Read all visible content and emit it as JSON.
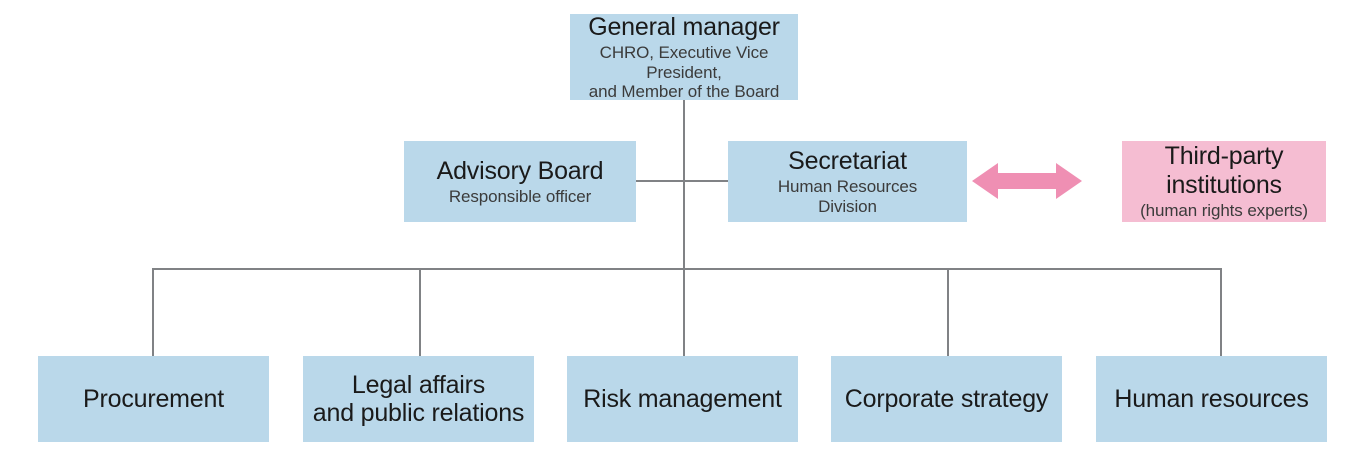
{
  "diagram": {
    "type": "org-chart",
    "palette": {
      "box_blue": "#bad8ea",
      "box_pink": "#f5bdd2",
      "arrow_pink": "#ef8fb3",
      "line_gray": "#808285",
      "text_dark": "#1a1a1a",
      "text_sub": "#3b3b3b",
      "background": "#ffffff"
    },
    "nodes": {
      "general_manager": {
        "title": "General manager",
        "subtitle": "CHRO, Executive Vice President,\nand Member of the Board"
      },
      "advisory_board": {
        "title": "Advisory Board",
        "subtitle": "Responsible officer"
      },
      "secretariat": {
        "title": "Secretariat",
        "subtitle": "Human Resources\nDivision"
      },
      "third_party": {
        "title": "Third-party\ninstitutions",
        "subtitle": "(human rights experts)"
      },
      "departments": [
        {
          "title": "Procurement"
        },
        {
          "title": "Legal affairs\nand public relations"
        },
        {
          "title": "Risk management"
        },
        {
          "title": "Corporate strategy"
        },
        {
          "title": "Human resources"
        }
      ]
    },
    "connectors": {
      "bidirectional_arrow_label": "two-way relationship between Secretariat and Third-party institutions"
    }
  }
}
